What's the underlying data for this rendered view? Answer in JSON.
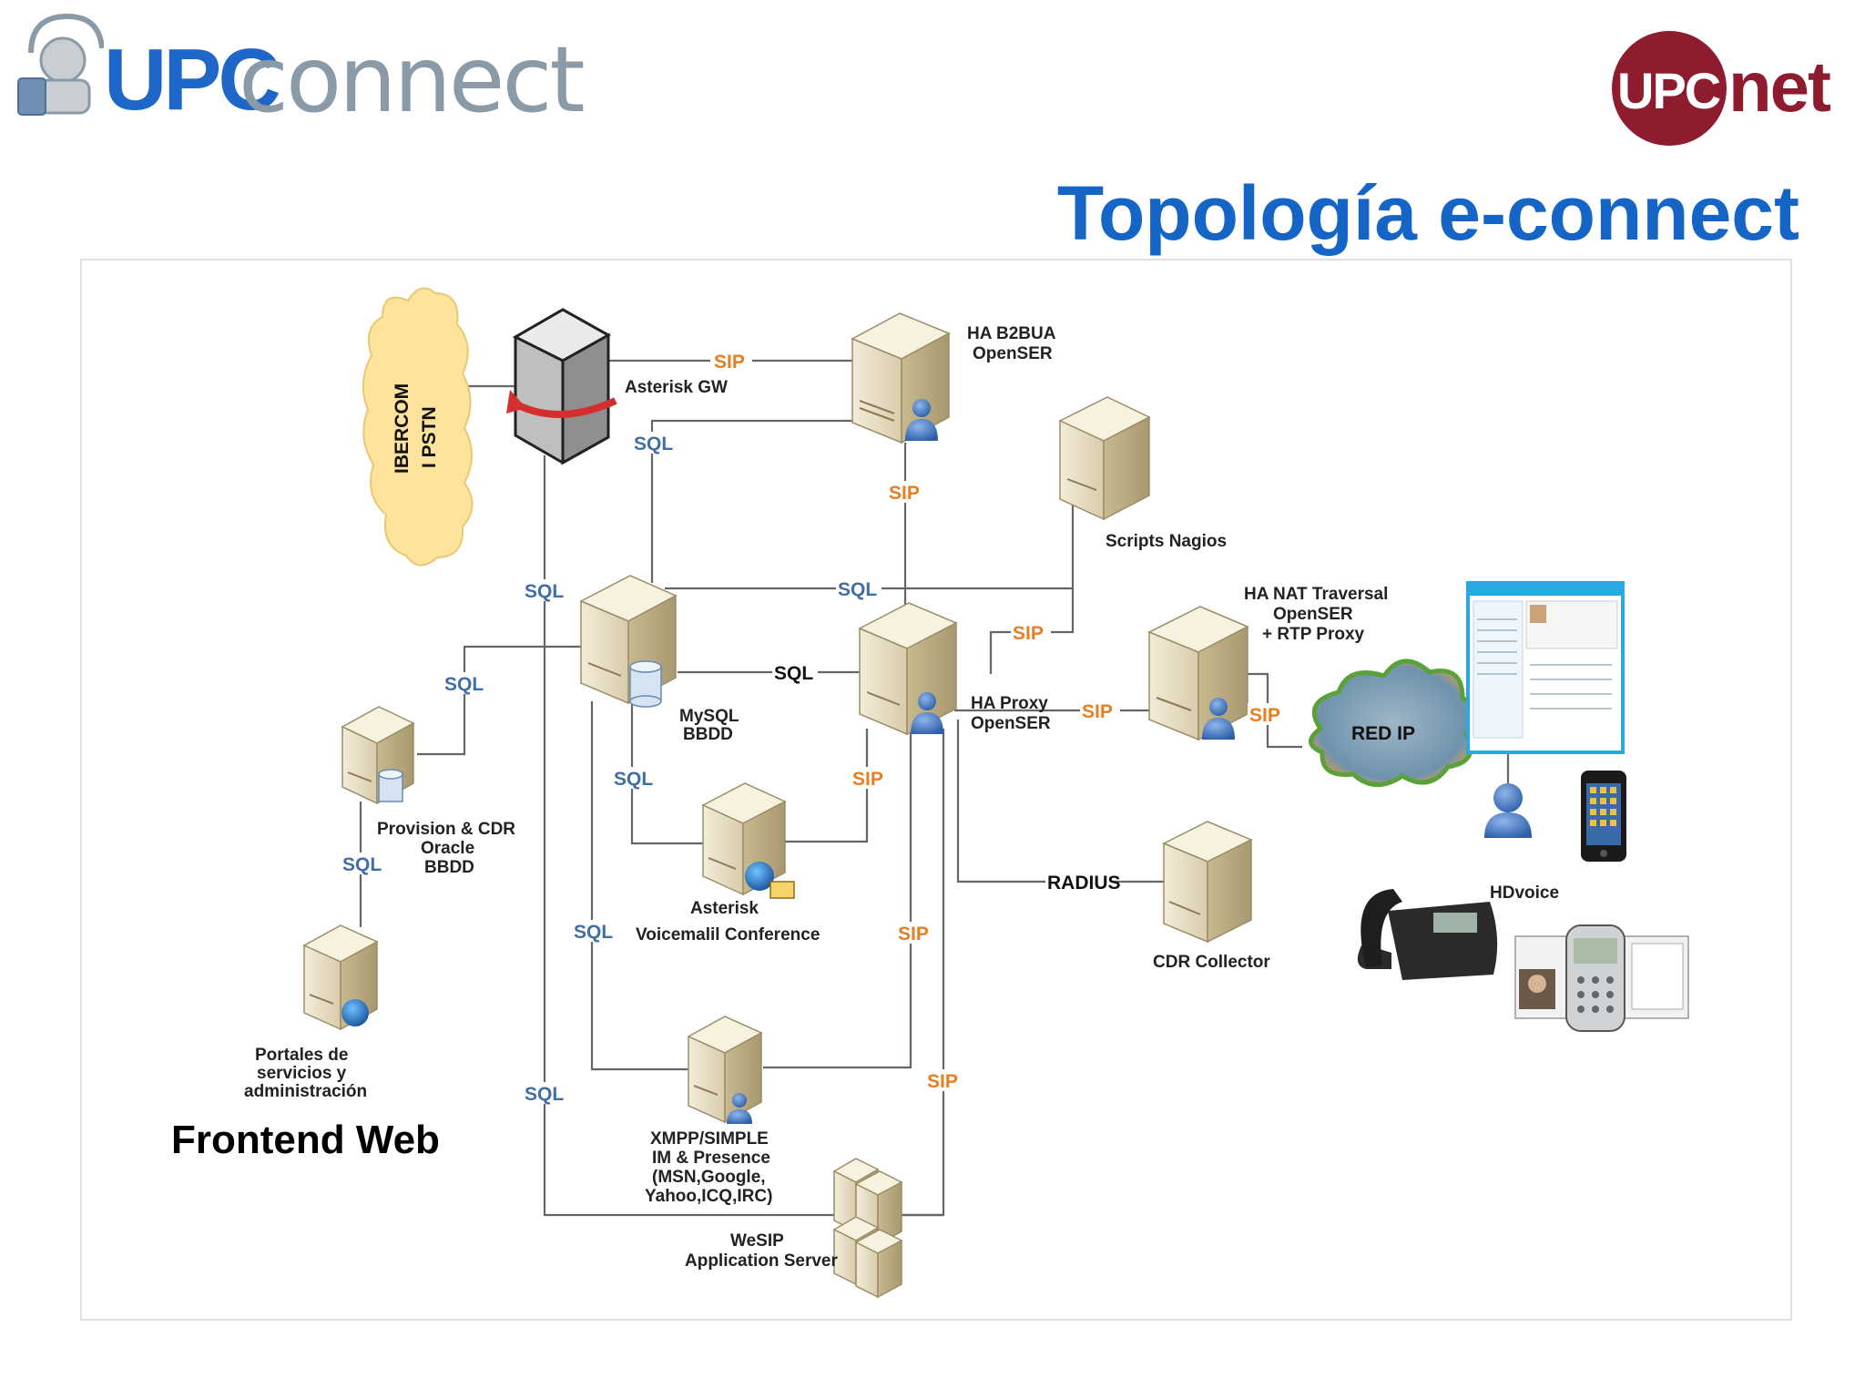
{
  "header": {
    "logo_left_upc": "UPC",
    "logo_left_connect": "connect",
    "logo_right_upc": "UPC",
    "logo_right_net": "net",
    "title": "Topología e-connect"
  },
  "nodes": {
    "ibercom": [
      "IBERCOM",
      "I PSTN"
    ],
    "asterisk_gw": "Asterisk GW",
    "ha_b2bua": [
      "HA B2BUA",
      "OpenSER"
    ],
    "scripts_nagios": "Scripts Nagios",
    "mysql": [
      "MySQL",
      "BBDD"
    ],
    "ha_proxy": [
      "HA Proxy",
      "OpenSER"
    ],
    "ha_nat": [
      "HA NAT Traversal",
      "OpenSER",
      "+ RTP Proxy"
    ],
    "red_ip": "RED IP",
    "provision": [
      "Provision & CDR",
      "Oracle",
      "BBDD"
    ],
    "asterisk_vm": [
      "Asterisk",
      "Voicemalil Conference"
    ],
    "cdr_collector": "CDR Collector",
    "portales": [
      "Portales de",
      "servicios y",
      "administración"
    ],
    "frontend": "Frontend Web",
    "xmpp": [
      "XMPP/SIMPLE",
      "IM & Presence",
      "(MSN,Google,",
      "Yahoo,ICQ,IRC)"
    ],
    "wesip": [
      "WeSIP",
      "Application Server"
    ],
    "hdvoice": "HDvoice"
  },
  "links": {
    "sql": "SQL",
    "sip": "SIP",
    "radius": "RADIUS"
  }
}
